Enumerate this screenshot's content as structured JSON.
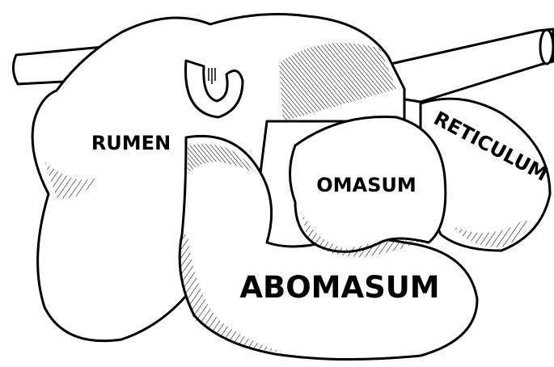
{
  "diagram": {
    "labels": {
      "rumen": "RUMEN",
      "omasum": "OMASUM",
      "reticulum": "RETICULUM",
      "abomasum": "ABOMASUM"
    },
    "colors": {
      "ink": "#000000",
      "paper": "#ffffff"
    }
  }
}
